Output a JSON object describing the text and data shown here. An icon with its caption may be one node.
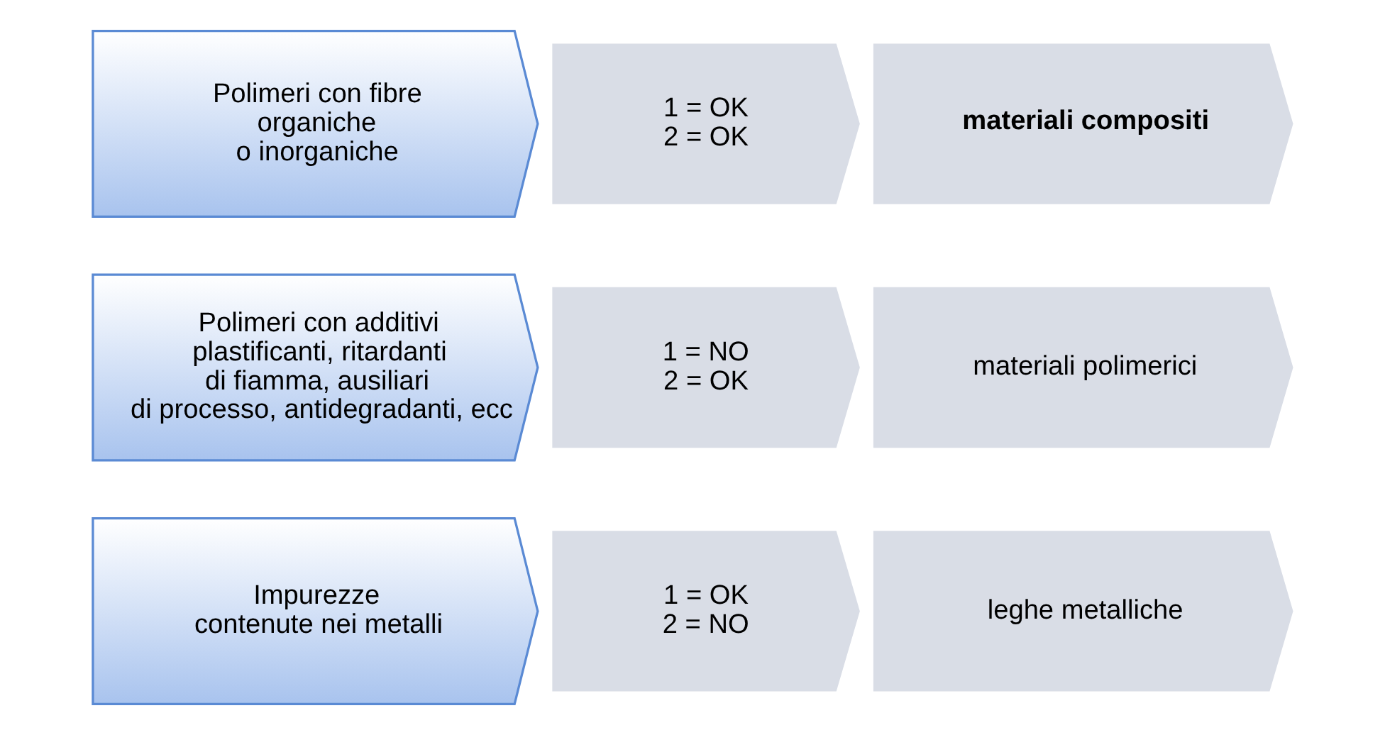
{
  "diagram": {
    "nodes": [
      {
        "text": [
          "Impurezze contenute nei metalli"
        ]
      },
      {
        "text": [
          "1 = OK 2 = NO"
        ]
      },
      {
        "text": [
          "leghe metalliche"
        ]
      },
      {
        "text": [
          "Polimeri con additivi plastificanti, ritardanti di fiamma, ausiliari di processo, antidegradanti, ecc"
        ]
      },
      {
        "text": [
          "1 = NO 2 = OK"
        ]
      },
      {
        "text": [
          "materiali polimerici"
        ]
      },
      {
        "text": [
          "Polimeri con fibre organiche o inorganiche"
        ]
      },
      {
        "text": [
          "1 = OK 2 = OK"
        ]
      },
      {
        "text": [
          "materiali compositi"
        ]
      }
    ],
    "edges": []
  }
}
